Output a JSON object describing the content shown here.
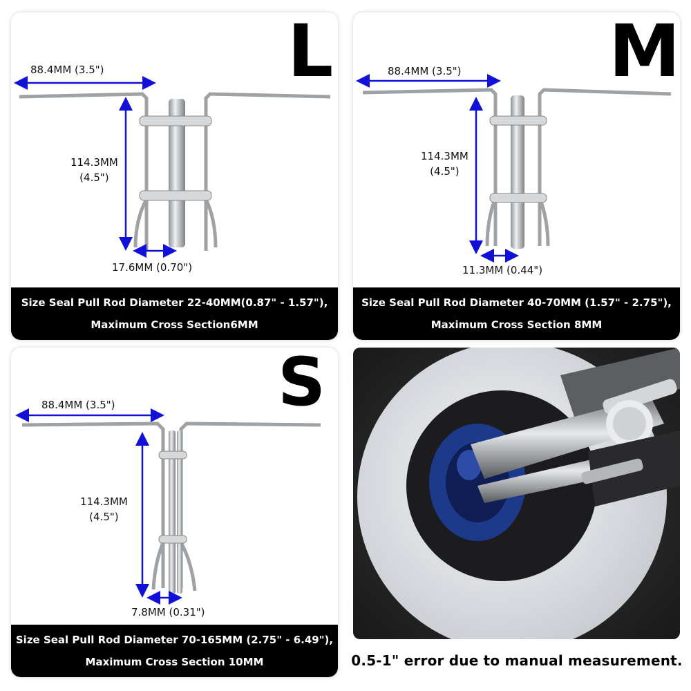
{
  "panels": {
    "L": {
      "letter": "L",
      "width_label": "88.4MM  (3.5\")",
      "height_label_line1": "114.3MM",
      "height_label_line2": "(4.5\")",
      "gap_label": "17.6MM (0.70\")",
      "caption_line1": "Size Seal Pull Rod Diameter 22-40MM(0.87\" - 1.57\"),",
      "caption_line2": "Maximum Cross Section6MM"
    },
    "M": {
      "letter": "M",
      "width_label": "88.4MM  (3.5\")",
      "height_label_line1": "114.3MM",
      "height_label_line2": "(4.5\")",
      "gap_label": "11.3MM  (0.44\")",
      "caption_line1": "Size Seal Pull Rod Diameter 40-70MM (1.57\" - 2.75\"),",
      "caption_line2": "Maximum Cross Section 8MM"
    },
    "S": {
      "letter": "S",
      "width_label": "88.4MM  (3.5\")",
      "height_label_line1": "114.3MM",
      "height_label_line2": "(4.5\")",
      "gap_label": "7.8MM (0.31\")",
      "caption_line1": "Size Seal Pull Rod Diameter 70-165MM (2.75\" - 6.49\"),",
      "caption_line2": "Maximum Cross Section 10MM"
    }
  },
  "note": "0.5-1\" error due to manual measurement.",
  "colors": {
    "arrow": "#1010d8",
    "caption_bg": "#000000",
    "caption_text": "#ffffff",
    "metal": "#c8cacc"
  }
}
